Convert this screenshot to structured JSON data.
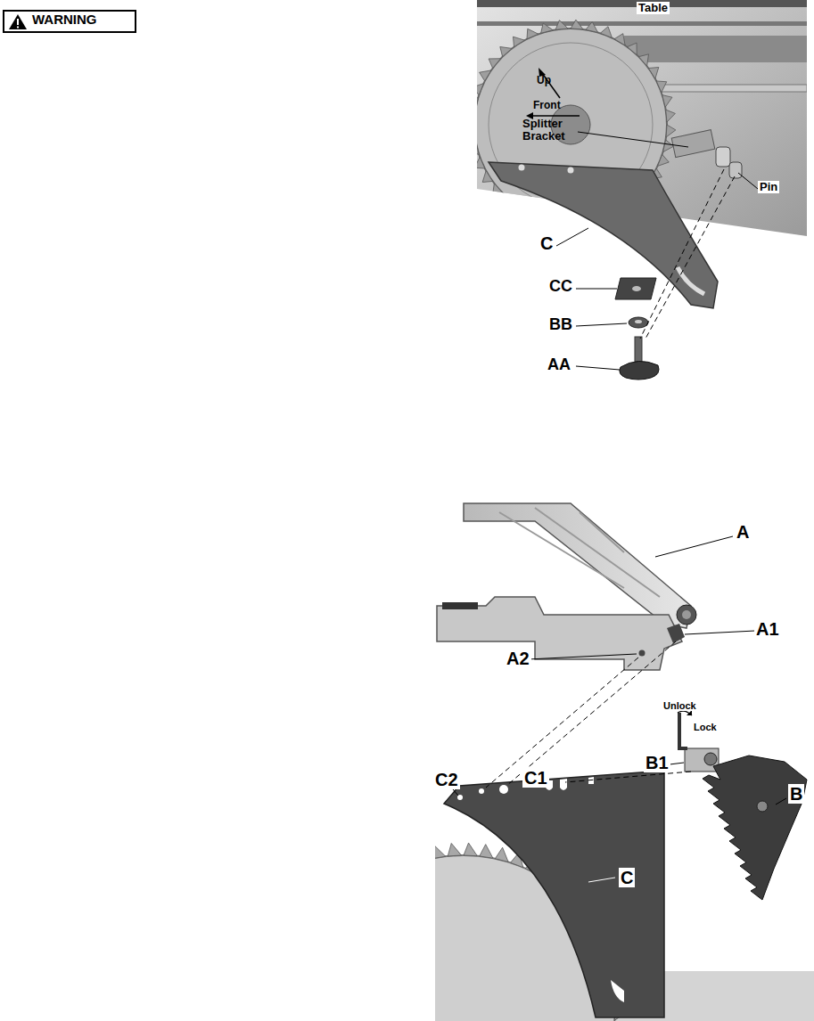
{
  "diagram": {
    "labels": [
      "WARNING",
      "Table",
      "Up",
      "Front",
      "Splitter Bracket",
      "Pin",
      "C",
      "CC",
      "BB",
      "AA",
      "A",
      "A1",
      "A2",
      "Unlock",
      "Lock",
      "B1",
      "B",
      "C2",
      "C1",
      "C"
    ]
  }
}
